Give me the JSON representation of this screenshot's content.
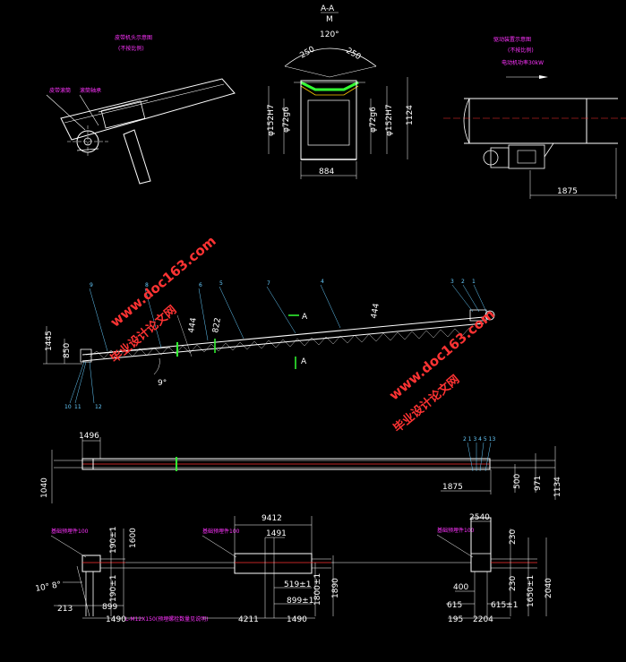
{
  "section_label": "A-A",
  "angle_label": "120°",
  "top_left_note": {
    "line1": "皮带机头示意图",
    "line2": "(不按比例)"
  },
  "top_left_leaders": [
    "皮带滚筒",
    "滚筒轴承"
  ],
  "top_right_note": {
    "line1": "驱动装置示意图",
    "line2": "(不按比例)",
    "line3": "电动机功率30kW"
  },
  "section_dims": {
    "d250_left": "250",
    "d250_right": "250",
    "phi152_left": "φ152H7",
    "phi72_left": "φ72g6",
    "phi72_right": "φ72g6",
    "phi152_right": "φ152H7",
    "h1124": "1124",
    "w884": "884"
  },
  "drive_dim": "1875",
  "side_view": {
    "labels": [
      "9",
      "8",
      "6",
      "5",
      "7",
      "4",
      "3",
      "2",
      "1",
      "10",
      "11",
      "12"
    ],
    "dims": {
      "d1445": "1445",
      "d850": "850",
      "d9deg": "9°",
      "d444_1": "444",
      "d822": "822",
      "d444_2": "444"
    },
    "arrow_a": "A"
  },
  "plan_view": {
    "d1496": "1496",
    "d1040": "1040",
    "d1875": "1875",
    "d500": "500",
    "d971": "971",
    "d1134": "1134",
    "right_labels": "2 1 3 4 5 13"
  },
  "foundation_left": {
    "note": "基础预埋件100",
    "d190a": "190±1",
    "d1600": "1600",
    "d190b": "190±1",
    "d10deg": "10° 8°",
    "d213": "213",
    "d899": "899",
    "d1490": "1490",
    "bottom_note": "L-M12X150(预埋螺栓数量见说明)"
  },
  "foundation_mid": {
    "note": "基础预埋件100",
    "d9412": "9412",
    "d1491": "1491",
    "d519": "519±1",
    "d899": "899±1",
    "d1800": "1800±1",
    "d1890": "1890",
    "d4211": "4211",
    "d1490": "1490"
  },
  "foundation_right": {
    "note": "基础预埋件100",
    "d540": "2540",
    "d230a": "230",
    "d230b": "230",
    "d400": "400",
    "d615a": "615",
    "d615b": "615±1",
    "d1650": "1650±1",
    "d2040": "2040",
    "d195": "195",
    "d2204": "2204"
  },
  "watermark": {
    "text1": "毕业设计论文网",
    "text2": "www.doc163.com"
  }
}
